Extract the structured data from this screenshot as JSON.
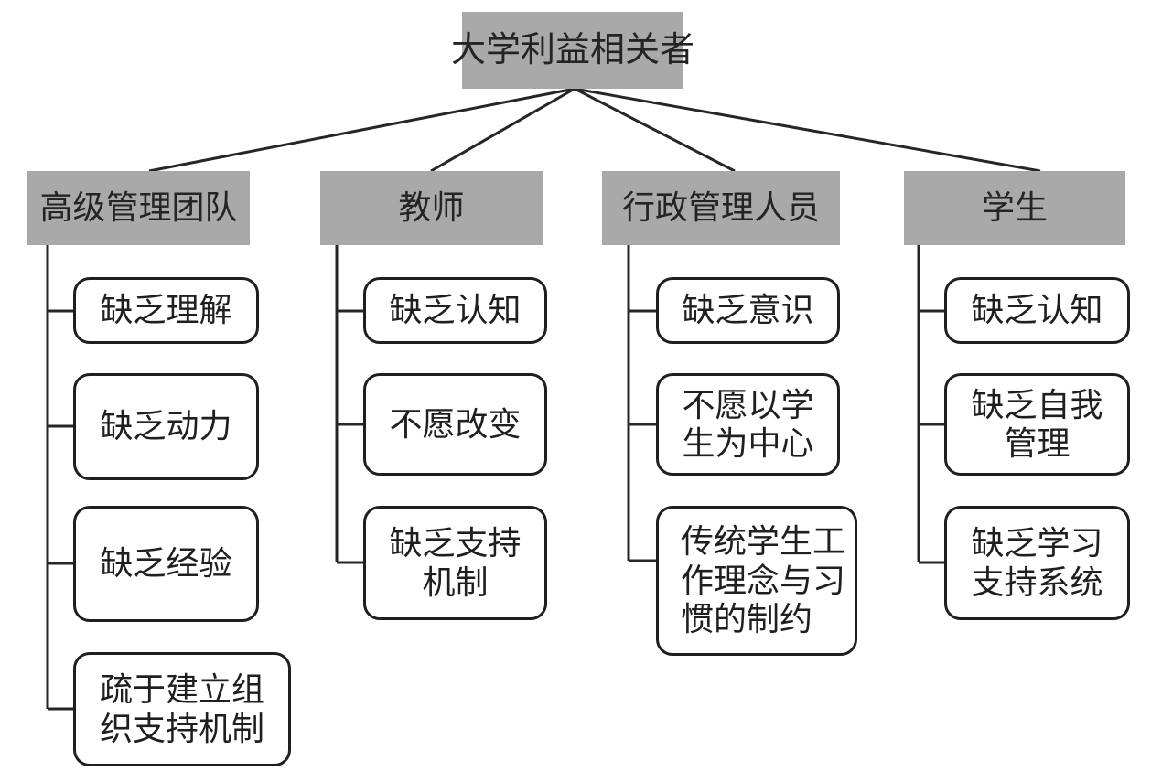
{
  "diagram": {
    "title": "大学利益相关者",
    "root": {
      "label": "大学利益相关者"
    },
    "branches": [
      {
        "label": "高级管理团队",
        "children": [
          {
            "label": "缺乏理解"
          },
          {
            "label": "缺乏动力"
          },
          {
            "label": "缺乏经验"
          },
          {
            "label": "疏于建立组\n织支持机制"
          }
        ]
      },
      {
        "label": "教师",
        "children": [
          {
            "label": "缺乏认知"
          },
          {
            "label": "不愿改变"
          },
          {
            "label": "缺乏支持\n机制"
          }
        ]
      },
      {
        "label": "行政管理人员",
        "children": [
          {
            "label": "缺乏意识"
          },
          {
            "label": "不愿以学\n生为中心"
          },
          {
            "label": "传统学生工\n作理念与习\n惯的制约"
          }
        ]
      },
      {
        "label": "学生",
        "children": [
          {
            "label": "缺乏认知"
          },
          {
            "label": "缺乏自我\n管理"
          },
          {
            "label": "缺乏学习\n支持系统"
          }
        ]
      }
    ],
    "colors": {
      "node_fill": "#a9a9a9",
      "connector": "#262626",
      "leaf_border": "#1f1f1f",
      "text": "#1f1f1f",
      "background": "#ffffff"
    }
  }
}
